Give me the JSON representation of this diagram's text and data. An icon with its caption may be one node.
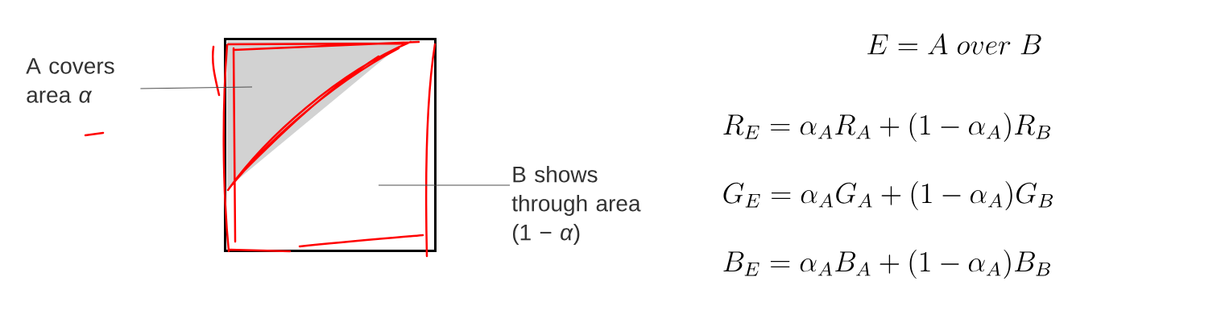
{
  "diagram": {
    "nodes": [
      {
        "text": [
          "A covers area *α*"
        ]
      },
      {
        "text": [],
        "shape": "box"
      },
      {
        "text": [],
        "shape": "triangle",
        "in": 1
      },
      {
        "text": [
          "B shows through area (1 − *α*)"
        ]
      }
    ],
    "edges": [
      {
        "from": 0,
        "to": 2,
        "arrow": "none"
      },
      {
        "from": 3,
        "to": 1,
        "arrow": "none"
      }
    ],
    "labels": [
      "E = A\\;over\\;B",
      "R_E = \\alpha_A R_A + (1-\\alpha_A) R_B",
      "G_E = \\alpha_A G_A + (1-\\alpha_A) G_B",
      "B_E = \\alpha_A B_A + (1-\\alpha_A) B_B"
    ]
  }
}
